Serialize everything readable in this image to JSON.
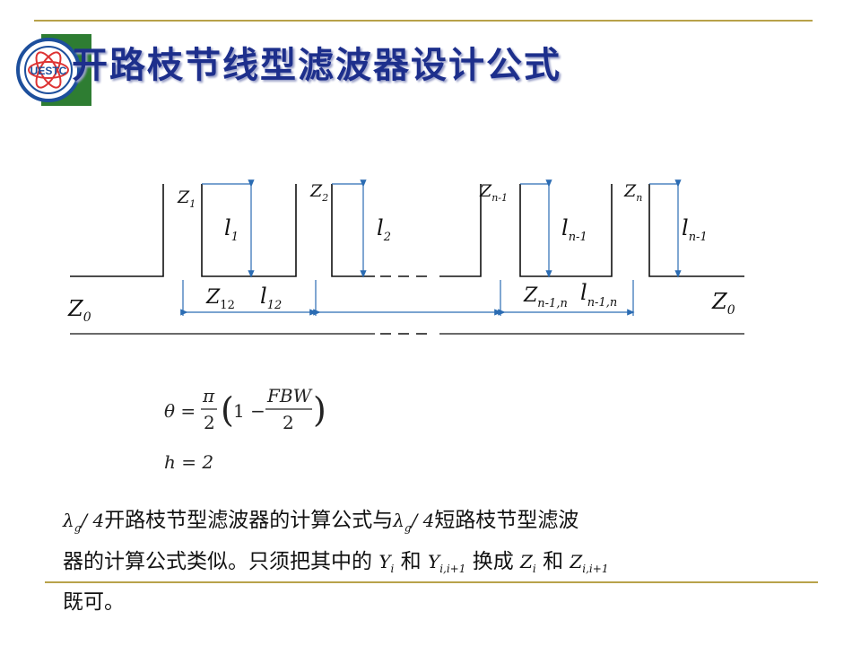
{
  "title": "开路枝节线型滤波器设计公式",
  "logo": {
    "text": "UESTC"
  },
  "diagram": {
    "labels": {
      "z1": "Z",
      "z1_sub": "1",
      "z2": "Z",
      "z2_sub": "2",
      "zn1": "Z",
      "zn1_sub": "n-1",
      "zn": "Z",
      "zn_sub": "n",
      "l1": "l",
      "l1_sub": "1",
      "l2": "l",
      "l2_sub": "2",
      "ln1": "l",
      "ln1_sub": "n-1",
      "ln1b": "l",
      "ln1b_sub": "n-1",
      "z12": "Z",
      "z12_sub": "12",
      "l12": "l",
      "l12_sub": "12",
      "znn": "Z",
      "znn_sub": "n-1,n",
      "lnn": "l",
      "lnn_sub": "n-1,n",
      "z0_left": "Z",
      "z0_left_sub": "0",
      "z0_right": "Z",
      "z0_right_sub": "0"
    }
  },
  "formula": {
    "theta_lhs": "θ =",
    "pi": "π",
    "two": "2",
    "paren_open": "(",
    "one_minus": "1 −",
    "fbw": "FBW",
    "paren_close": ")",
    "h_eq": "h = 2"
  },
  "paragraph": {
    "lambda1": "λ",
    "g1": "g",
    "slash4_1": "/ 4",
    "text1": "开路枝节型滤波器的计算公式与",
    "lambda2": "λ",
    "g2": "g",
    "slash4_2": "/ 4",
    "text2": "短路枝节型滤波",
    "text3": "器的计算公式类似。只须把其中的",
    "y": "Y",
    "y_sub": "i",
    "and1": "和",
    "y2": "Y",
    "y2_sub": "i,i+1",
    "swap": "换成",
    "z": "Z",
    "z_sub": "i",
    "and2": "和",
    "z2": "Z",
    "z2_sub": "i,i+1",
    "text4": "既可。"
  }
}
